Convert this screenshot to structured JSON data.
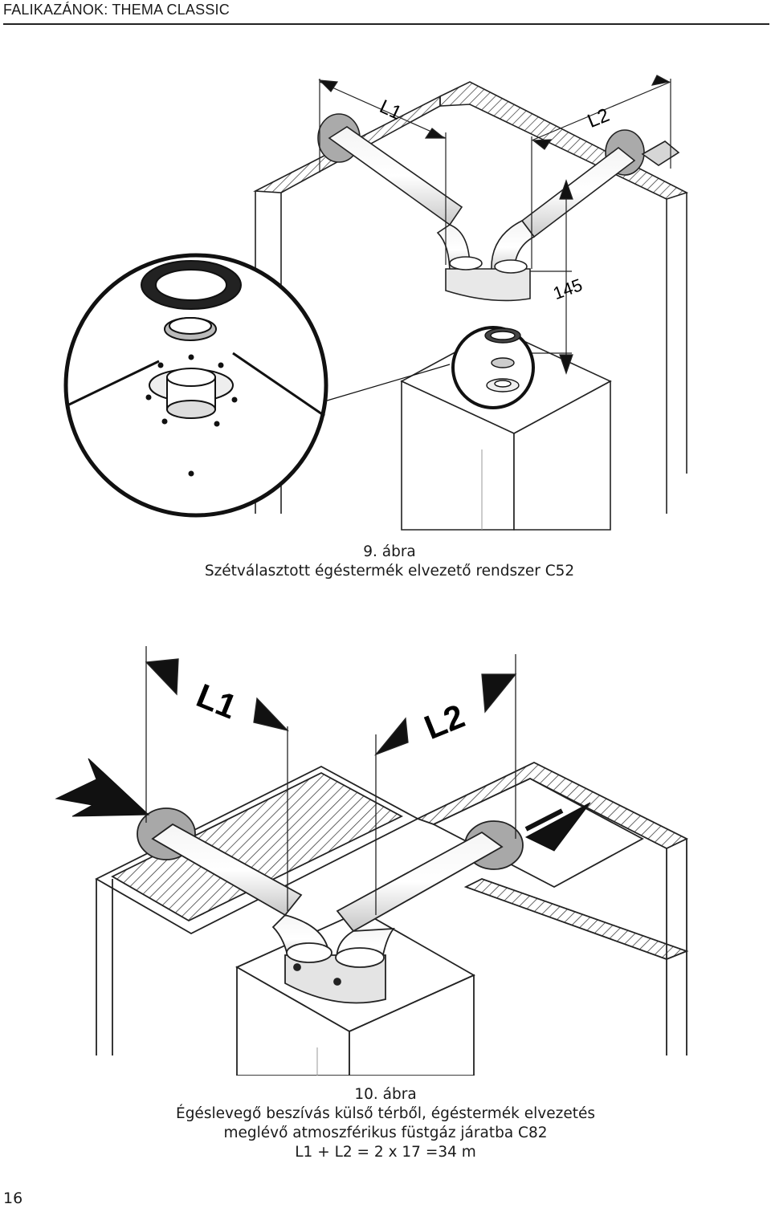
{
  "header": {
    "title": "FALIKAZÁNOK: THEMA CLASSIC"
  },
  "figure9": {
    "label_l1": "L1",
    "label_l2": "L2",
    "label_145": "145",
    "caption_number": "9. ábra",
    "caption_text": "Szétválasztott égéstermék elvezető rendszer C52"
  },
  "figure10": {
    "label_l1": "L1",
    "label_l2": "L2",
    "caption_number": "10. ábra",
    "caption_line1": "Égéslevegő beszívás külső térből, égéstermék elvezetés",
    "caption_line2": "meglévő atmoszférikus füstgáz járatba C82",
    "caption_line3": "L1 + L2 = 2 x 17 =34 m"
  },
  "footer": {
    "page_number": "16"
  }
}
